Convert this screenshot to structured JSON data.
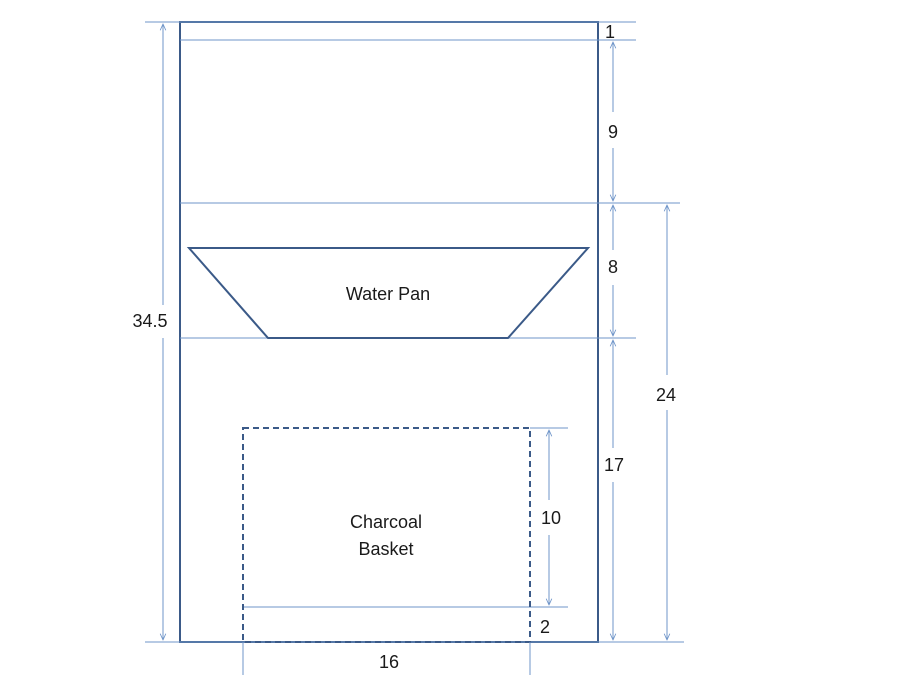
{
  "diagram": {
    "parts": {
      "water_pan": "Water Pan",
      "charcoal_basket_line1": "Charcoal",
      "charcoal_basket_line2": "Basket"
    },
    "dimensions": {
      "total_height": "34.5",
      "top_gap": "1",
      "upper_space": "9",
      "water_pan_height": "8",
      "lower_space": "17",
      "combined": "24",
      "basket_height": "10",
      "basket_base": "2",
      "basket_width": "16"
    },
    "colors": {
      "outline": "#3b5a88",
      "dimension_line": "#6f95c9"
    }
  }
}
